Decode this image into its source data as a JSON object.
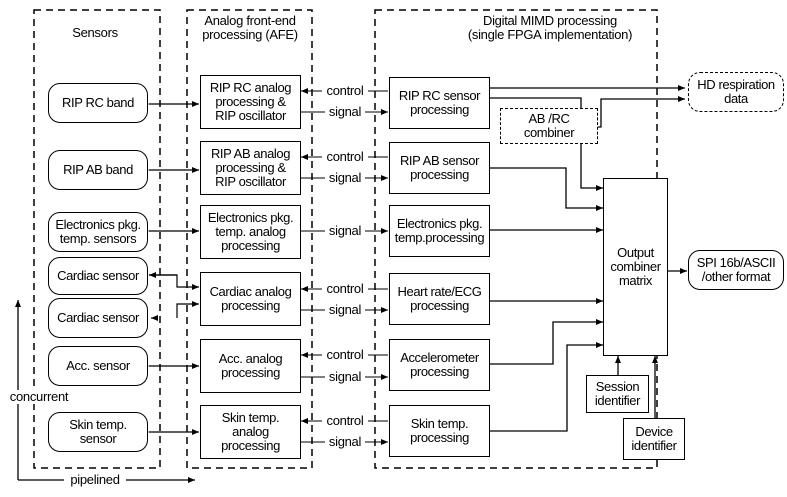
{
  "groups": {
    "sensors": {
      "title": "Sensors"
    },
    "afe": {
      "title_line1": "Analog front-end",
      "title_line2": "processing (AFE)"
    },
    "digital": {
      "title_line1": "Digital MIMD processing",
      "title_line2": "(single FPGA implementation)"
    }
  },
  "sensors": [
    {
      "label": "RIP RC band"
    },
    {
      "label": "RIP AB band"
    },
    {
      "label_line1": "Electronics pkg.",
      "label_line2": "temp. sensors"
    },
    {
      "label": "Cardiac sensor"
    },
    {
      "label": "Cardiac sensor"
    },
    {
      "label": "Acc. sensor"
    },
    {
      "label_line1": "Skin temp.",
      "label_line2": "sensor"
    }
  ],
  "afe_blocks": [
    {
      "line1": "RIP RC analog",
      "line2": "processing &",
      "line3": "RIP oscillator"
    },
    {
      "line1": "RIP AB analog",
      "line2": "processing &",
      "line3": "RIP oscillator"
    },
    {
      "line1": "Electronics pkg.",
      "line2": "temp. analog",
      "line3": "processing"
    },
    {
      "line1": "Cardiac analog",
      "line2": "processing"
    },
    {
      "line1": "Acc. analog",
      "line2": "processing"
    },
    {
      "line1": "Skin temp.",
      "line2": "analog",
      "line3": "processing"
    }
  ],
  "digital_blocks": [
    {
      "line1": "RIP RC sensor",
      "line2": "processing"
    },
    {
      "line1": "RIP AB sensor",
      "line2": "processing"
    },
    {
      "line1": "Electronics pkg.",
      "line2": "temp.processing"
    },
    {
      "line1": "Heart rate/ECG",
      "line2": "processing"
    },
    {
      "line1": "Accelerometer",
      "line2": "processing"
    },
    {
      "line1": "Skin temp.",
      "line2": "processing"
    }
  ],
  "combiner": {
    "line1": "AB /RC",
    "line2": "combiner"
  },
  "output_matrix": {
    "line1": "Output",
    "line2": "combiner",
    "line3": "matrix"
  },
  "session_id": {
    "line1": "Session",
    "line2": "identifier"
  },
  "device_id": {
    "line1": "Device",
    "line2": "identifier"
  },
  "outputs": {
    "hd_respiration": {
      "line1": "HD respiration",
      "line2": "data"
    },
    "spi": {
      "line1": "SPI 16b/ASCII",
      "line2": "/other format"
    }
  },
  "link_labels": {
    "control": "control",
    "signal": "signal"
  },
  "axes": {
    "concurrent": "concurrent",
    "pipelined": "pipelined"
  }
}
